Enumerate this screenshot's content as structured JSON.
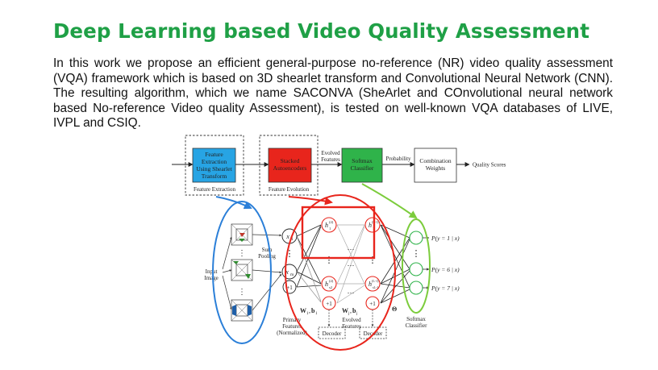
{
  "slide": {
    "title": "Deep Learning based Video Quality Assessment",
    "paragraph": "In this work we propose an efficient general-purpose no-reference (NR) video quality assessment (VQA) framework which is based on 3D shearlet transform and Convolutional Neural Network (CNN). The resulting algorithm, which we name SACONVA (SheArlet and COnvolutional neural network based No-reference Video quality Assessment), is tested on well-known VQA databases of LIVE, IVPL and CSIQ."
  },
  "figure": {
    "pipeline": {
      "box1": [
        "Feature",
        "Extraction",
        "Using Shearlet",
        "Transform"
      ],
      "box2": [
        "Stacked",
        "Autoencoders"
      ],
      "box3": [
        "Softmax",
        "Classifier"
      ],
      "box4": [
        "Combination",
        "Weights"
      ],
      "evolved": [
        "Evolved",
        "Features"
      ],
      "probability": "Probability",
      "quality": "Quality Scores",
      "stage1": "Feature Extraction",
      "stage2": "Feature Evolution"
    },
    "network": {
      "input": [
        "Input",
        "Image"
      ],
      "sum_pooling": [
        "Sum",
        "Pooling"
      ],
      "x1": "x",
      "x1_sub": "1",
      "xm": "x",
      "xm_sub": "m",
      "plus1": "+1",
      "h_top_left": "h",
      "h_top_left_sup": "(2)",
      "h_top_left_sub": "1",
      "h_bot_left": "h",
      "h_bot_left_sup": "(2)",
      "h_bot_left_sub": "s2",
      "h_top_right": "h",
      "h_top_right_sup": "(L-1)",
      "h_top_right_sub": "1",
      "h_bot_right": "h",
      "h_bot_right_sup": "(L-1)",
      "h_bot_right_sub": "sL-1",
      "w1": "W",
      "w1_sub": "1",
      "b1": "b",
      "b1_sub": "1",
      "wj": "W",
      "wj_sub": "j",
      "bj": "b",
      "bj_sub": "j",
      "theta": "Θ",
      "primary": [
        "Primary",
        "Features",
        "(Normalized)"
      ],
      "evolved_features": [
        "Evolved",
        "Features"
      ],
      "decoder": "Decoder",
      "softmax": [
        "Softmax",
        "Classifier"
      ],
      "p1": "P(y = 1 | x)",
      "p6": "P(y = 6 | x)",
      "p7": "P(y = 7 | x)"
    },
    "colors": {
      "box1": "#27a4e4",
      "box2": "#e8251c",
      "box3": "#2fb34a",
      "blue": "#2b7fd8",
      "red": "#e8251c",
      "green": "#7ccc3c"
    }
  }
}
